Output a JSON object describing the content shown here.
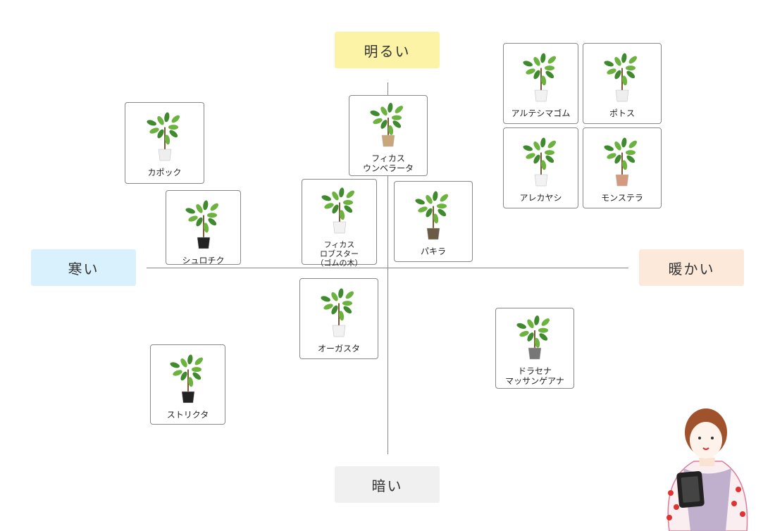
{
  "axes": {
    "top": "明るい",
    "bottom": "暗い",
    "left": "寒い",
    "right": "暖かい"
  },
  "colors": {
    "top": "#fdf3a6",
    "bottom": "#f0f0f0",
    "left": "#d8f1fc",
    "right": "#fde9d9",
    "axis": "#888888"
  },
  "plants": [
    {
      "id": "kapok",
      "label": "カポック",
      "icon": "plant-kapok-icon"
    },
    {
      "id": "shurochiku",
      "label": "シュロチク",
      "icon": "plant-shurochiku-icon"
    },
    {
      "id": "ficus-umbellata",
      "label": "フィカス\nウンベラータ",
      "icon": "plant-ficus-umbellata-icon"
    },
    {
      "id": "ficus-lobster",
      "label": "フィカス\nロブスター\n（ゴムの木）",
      "icon": "plant-ficus-lobster-icon"
    },
    {
      "id": "pachira",
      "label": "パキラ",
      "icon": "plant-pachira-icon"
    },
    {
      "id": "altissima",
      "label": "アルテシマゴム",
      "icon": "plant-altissima-icon"
    },
    {
      "id": "pothos",
      "label": "ポトス",
      "icon": "plant-pothos-icon"
    },
    {
      "id": "areca-palm",
      "label": "アレカヤシ",
      "icon": "plant-areca-palm-icon"
    },
    {
      "id": "monstera",
      "label": "モンステラ",
      "icon": "plant-monstera-icon"
    },
    {
      "id": "augusta",
      "label": "オーガスタ",
      "icon": "plant-augusta-icon"
    },
    {
      "id": "dracaena",
      "label": "ドラセナ\nマッサンゲアナ",
      "icon": "plant-dracaena-icon"
    },
    {
      "id": "stricta",
      "label": "ストリクタ",
      "icon": "plant-stricta-icon"
    }
  ]
}
